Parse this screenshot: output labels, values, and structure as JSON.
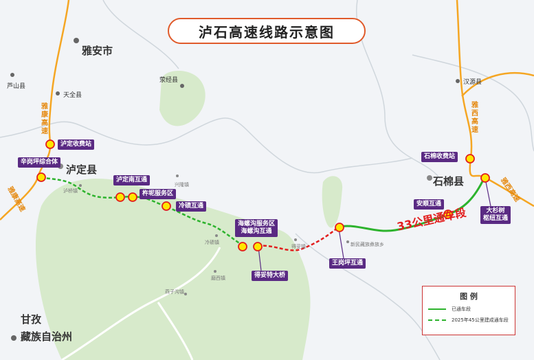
{
  "title": "泸石高速线路示意图",
  "regions": {
    "yaan": "雅安市",
    "ganzi_line1": "甘孜",
    "ganzi_line2": "藏族自治州"
  },
  "counties": {
    "lushan": "芦山县",
    "tianquan": "天全县",
    "yingjing": "荥经县",
    "hanyuan": "汉源县",
    "luding": "泸定县",
    "shimian": "石棉县"
  },
  "towns": {
    "luqiao": "泸桥镇",
    "xinglong": "兴隆镇",
    "lengqi": "冷碛镇",
    "detuo": "得妥镇",
    "xinmin": "新民藏族彝族乡",
    "moxi": "磨西镇",
    "yanzigou": "燕子沟镇"
  },
  "highways": {
    "yakang": "雅康高速",
    "yakang_lower": "雅康高速",
    "yaxi": "雅西高速",
    "yaxi_lower": "雅西高速"
  },
  "nodes": {
    "luding_toll": "泸定收费站",
    "xingangping": "辛岗坪综合体",
    "luding_south": "泸定南互通",
    "zhuyan": "杵坭服务区",
    "lengqi_ic": "冷碛互通",
    "hailuogou_line1": "海螺沟服务区",
    "hailuogou_line2": "海螺沟互通",
    "detuote": "得妥特大桥",
    "wanggangping": "王岗坪互通",
    "anshun": "安顺互通",
    "shimian_toll": "石棉收费站",
    "dashanshu_line1": "大杉树",
    "dashanshu_line2": "枢纽互通"
  },
  "highlight": "33公里通车段",
  "legend": {
    "title": "图 例",
    "items": [
      {
        "label": "已通车段",
        "color": "#2db32d",
        "style": "solid"
      },
      {
        "label": "2025年45公里建成通车段",
        "color": "#2db32d",
        "style": "dashed"
      }
    ]
  },
  "colors": {
    "opened": "#2db32d",
    "under_construction_red": "#e21e1e",
    "highway": "#f5a623",
    "node_fill": "#ffe600",
    "node_stroke": "#e21e1e",
    "label_bg": "#5a2a83",
    "water": "#d9ead0",
    "land": "#ffffff"
  }
}
